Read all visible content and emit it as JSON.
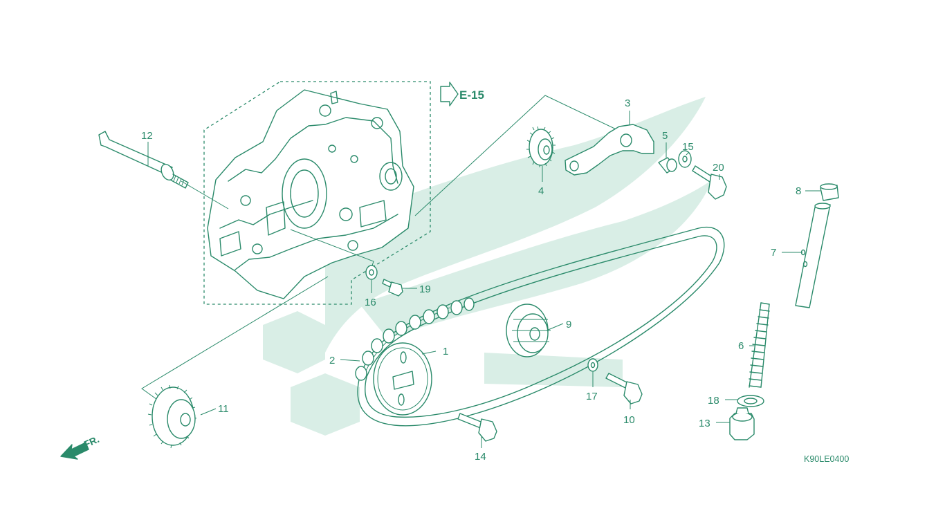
{
  "diagram": {
    "reference_label": "E-15",
    "direction_label": "FR.",
    "figure_code": "K90LE0400",
    "colors": {
      "line": "#2a8a6a",
      "watermark": "#d9eee6",
      "background": "#ffffff"
    },
    "callouts": [
      {
        "label": "1"
      },
      {
        "label": "2"
      },
      {
        "label": "3"
      },
      {
        "label": "4"
      },
      {
        "label": "5"
      },
      {
        "label": "6"
      },
      {
        "label": "7"
      },
      {
        "label": "8"
      },
      {
        "label": "9"
      },
      {
        "label": "10"
      },
      {
        "label": "11"
      },
      {
        "label": "12"
      },
      {
        "label": "13"
      },
      {
        "label": "14"
      },
      {
        "label": "15"
      },
      {
        "label": "16"
      },
      {
        "label": "17"
      },
      {
        "label": "18"
      },
      {
        "label": "19"
      },
      {
        "label": "20"
      }
    ]
  }
}
